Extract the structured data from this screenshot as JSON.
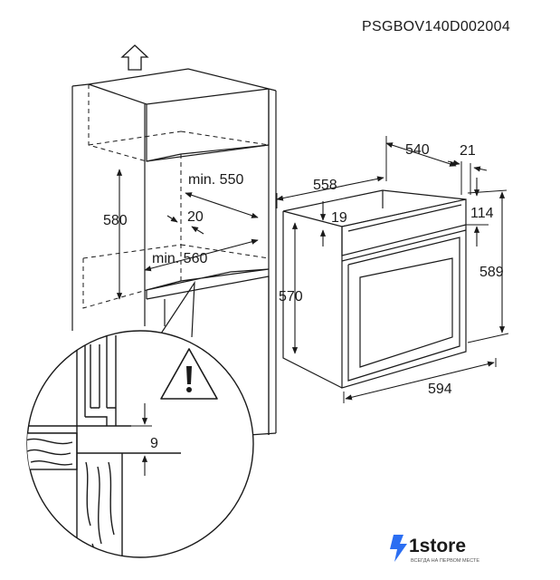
{
  "document_code": "PSGBOV140D002004",
  "cabinet": {
    "height": "580",
    "min_width_top": "min. 550",
    "gap": "20",
    "min_width_bottom": "min. 560"
  },
  "oven": {
    "depth_total": "558",
    "depth_body": "540",
    "door_depth": "21",
    "top_offset": "19",
    "panel_height": "114",
    "height_total": "589",
    "height_body": "570",
    "width": "594"
  },
  "detail": {
    "gap_value": "9"
  },
  "branding": {
    "logo_text": "1store",
    "tagline": "ВСЕГДА НА ПЕРВОМ МЕСТЕ",
    "accent_color": "#2b6ef2"
  },
  "icons": {
    "up_arrow": "arrow-up-icon",
    "warning": "warning-icon",
    "logo": "bolt-logo-icon"
  }
}
